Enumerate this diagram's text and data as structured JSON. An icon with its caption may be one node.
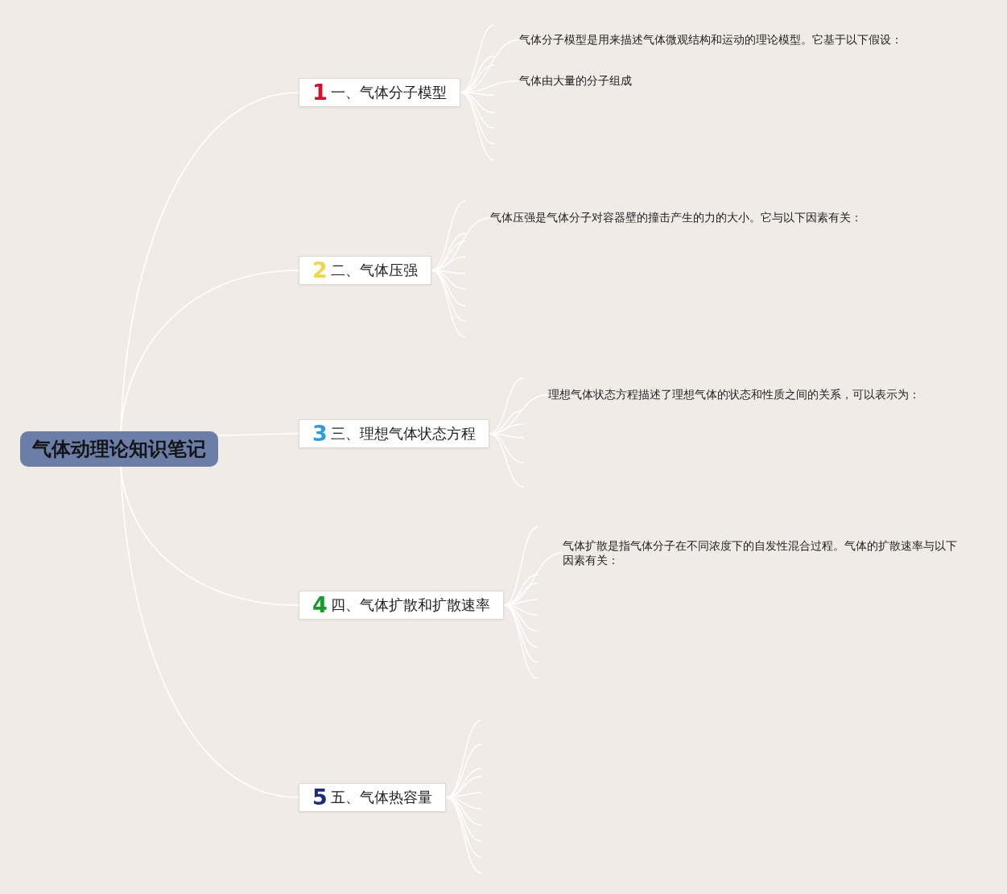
{
  "diagram": {
    "nodes": [
      {
        "text": [
          "气体动理论知识笔记"
        ]
      },
      {
        "text": [
          "1",
          "一、气体分子模型"
        ]
      },
      {
        "text": [
          "气体分子模型是用来描述气体微观结构和运动的理论模型。它基于以下假设："
        ]
      },
      {
        "text": [
          "气体由大量的分子组成"
        ]
      },
      {
        "text": [
          "2",
          "二、气体压强"
        ]
      },
      {
        "text": [
          "气体压强是气体分子对容器壁的撞击产生的力的大小。它与以下因素有关："
        ]
      },
      {
        "text": [
          "3",
          "三、理想气体状态方程"
        ]
      },
      {
        "text": [
          "理想气体状态方程描述了理想气体的状态和性质之间的关系，可以表示为："
        ]
      },
      {
        "text": [
          "4",
          "四、气体扩散和扩散速率"
        ]
      },
      {
        "text": [
          "气体扩散是指气体分子在不同浓度下的自发性混合过程。气体的扩散速率与以下因素有关："
        ]
      },
      {
        "text": [
          "5",
          "五、气体热容量"
        ]
      }
    ],
    "edges": [
      {
        "from": 0,
        "to": 1,
        "arrow": "none"
      },
      {
        "from": 0,
        "to": 4,
        "arrow": "none"
      },
      {
        "from": 0,
        "to": 6,
        "arrow": "none"
      },
      {
        "from": 0,
        "to": 8,
        "arrow": "none"
      },
      {
        "from": 0,
        "to": 10,
        "arrow": "none"
      },
      {
        "from": 1,
        "to": null,
        "arrow": "none"
      },
      {
        "from": 1,
        "to": 2,
        "arrow": "none"
      },
      {
        "from": 1,
        "to": null,
        "arrow": "none"
      },
      {
        "from": 1,
        "to": null,
        "arrow": "none"
      },
      {
        "from": 1,
        "to": 3,
        "arrow": "none"
      },
      {
        "from": 1,
        "to": null,
        "arrow": "none"
      },
      {
        "from": 1,
        "to": null,
        "arrow": "none"
      },
      {
        "from": 1,
        "to": null,
        "arrow": "none"
      },
      {
        "from": 1,
        "to": null,
        "arrow": "none"
      },
      {
        "from": 1,
        "to": null,
        "arrow": "none"
      },
      {
        "from": 4,
        "to": null,
        "arrow": "none"
      },
      {
        "from": 4,
        "to": 5,
        "arrow": "none"
      },
      {
        "from": 4,
        "to": null,
        "arrow": "none"
      },
      {
        "from": 4,
        "to": null,
        "arrow": "none"
      },
      {
        "from": 4,
        "to": null,
        "arrow": "none"
      },
      {
        "from": 4,
        "to": null,
        "arrow": "none"
      },
      {
        "from": 4,
        "to": null,
        "arrow": "none"
      },
      {
        "from": 4,
        "to": null,
        "arrow": "none"
      },
      {
        "from": 4,
        "to": null,
        "arrow": "none"
      },
      {
        "from": 4,
        "to": null,
        "arrow": "none"
      },
      {
        "from": 6,
        "to": null,
        "arrow": "none"
      },
      {
        "from": 6,
        "to": 7,
        "arrow": "none"
      },
      {
        "from": 6,
        "to": null,
        "arrow": "none"
      },
      {
        "from": 6,
        "to": null,
        "arrow": "none"
      },
      {
        "from": 6,
        "to": null,
        "arrow": "none"
      },
      {
        "from": 6,
        "to": null,
        "arrow": "none"
      },
      {
        "from": 6,
        "to": null,
        "arrow": "none"
      },
      {
        "from": 8,
        "to": null,
        "arrow": "none"
      },
      {
        "from": 8,
        "to": 9,
        "arrow": "none"
      },
      {
        "from": 8,
        "to": null,
        "arrow": "none"
      },
      {
        "from": 8,
        "to": null,
        "arrow": "none"
      },
      {
        "from": 8,
        "to": null,
        "arrow": "none"
      },
      {
        "from": 8,
        "to": null,
        "arrow": "none"
      },
      {
        "from": 8,
        "to": null,
        "arrow": "none"
      },
      {
        "from": 8,
        "to": null,
        "arrow": "none"
      },
      {
        "from": 8,
        "to": null,
        "arrow": "none"
      },
      {
        "from": 8,
        "to": null,
        "arrow": "none"
      },
      {
        "from": 10,
        "to": null,
        "arrow": "none"
      },
      {
        "from": 10,
        "to": null,
        "arrow": "none"
      },
      {
        "from": 10,
        "to": null,
        "arrow": "none"
      },
      {
        "from": 10,
        "to": null,
        "arrow": "none"
      },
      {
        "from": 10,
        "to": null,
        "arrow": "none"
      },
      {
        "from": 10,
        "to": null,
        "arrow": "none"
      },
      {
        "from": 10,
        "to": null,
        "arrow": "none"
      },
      {
        "from": 10,
        "to": null,
        "arrow": "none"
      },
      {
        "from": 10,
        "to": null,
        "arrow": "none"
      },
      {
        "from": 10,
        "to": null,
        "arrow": "none"
      }
    ]
  }
}
